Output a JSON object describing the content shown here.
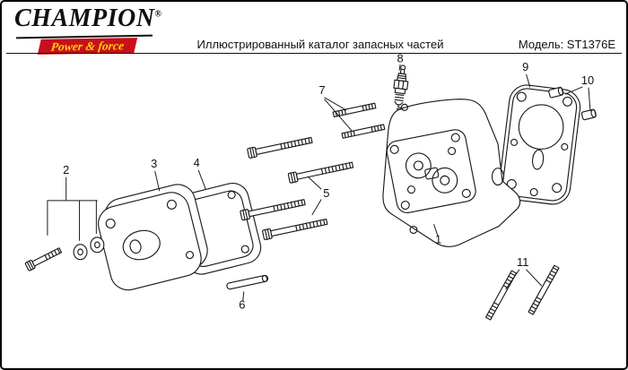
{
  "header": {
    "brand": "CHAMPION",
    "registered": "®",
    "tagline": "Power & force",
    "title": "Иллюстрированный каталог запасных частей",
    "model": "Модель: ST1376E"
  },
  "diagram": {
    "description_icon": "exploded-parts-diagram",
    "part_labels": [
      "1",
      "2",
      "3",
      "4",
      "5",
      "6",
      "7",
      "8",
      "9",
      "10",
      "11"
    ]
  },
  "colors": {
    "banner_red": "#c8101a",
    "banner_text": "#ffd400",
    "line": "#1a1a1a",
    "page_bg": "#ffffff",
    "border": "#000000"
  }
}
